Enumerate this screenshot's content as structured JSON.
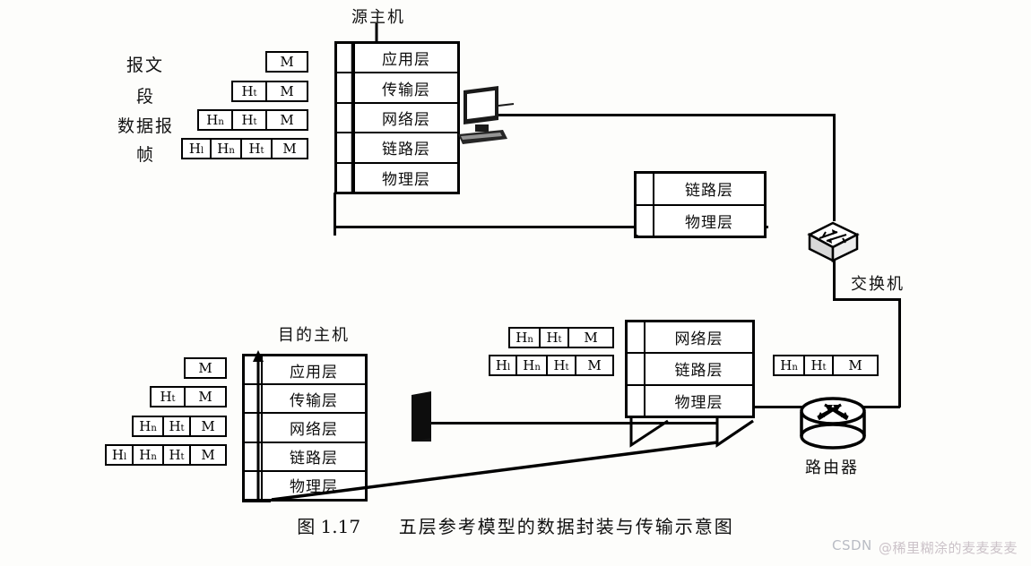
{
  "figure": {
    "number": "图 1.17",
    "title": "五层参考模型的数据封装与传输示意图"
  },
  "watermark": {
    "prefix": "CSDN",
    "handle": "@稀里糊涂的麦麦麦麦"
  },
  "encapsulation_labels": {
    "message": "报文",
    "segment": "段",
    "datagram": "数据报",
    "frame": "帧"
  },
  "pdu": {
    "headers": {
      "link": "H",
      "link_sub": "l",
      "network": "H",
      "network_sub": "n",
      "transport": "H",
      "transport_sub": "t",
      "payload": "M"
    }
  },
  "nodes": {
    "source_host": {
      "caption": "源主机",
      "layers": [
        "应用层",
        "传输层",
        "网络层",
        "链路层",
        "物理层"
      ]
    },
    "destination_host": {
      "caption": "目的主机",
      "layers": [
        "应用层",
        "传输层",
        "网络层",
        "链路层",
        "物理层"
      ]
    },
    "switch_stack": {
      "layers": [
        "链路层",
        "物理层"
      ]
    },
    "router_stack": {
      "layers": [
        "网络层",
        "链路层",
        "物理层"
      ]
    },
    "switch_device": {
      "caption": "交换机",
      "icon": "switch-icon"
    },
    "router_device": {
      "caption": "路由器",
      "icon": "router-icon"
    },
    "computer_device": {
      "icon": "desktop-computer-icon"
    },
    "connector_device": {
      "icon": "network-connector-icon"
    }
  }
}
